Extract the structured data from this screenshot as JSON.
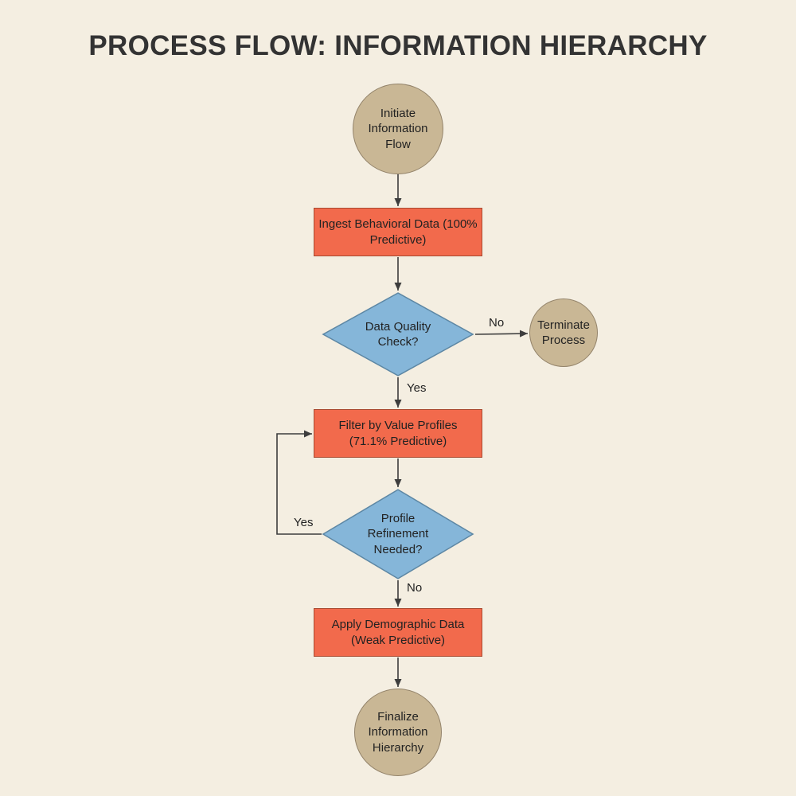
{
  "title": "PROCESS FLOW: INFORMATION HIERARCHY",
  "nodes": {
    "start": {
      "text": "Initiate Information Flow",
      "shape": "circle"
    },
    "ingest": {
      "text": "Ingest Behavioral Data (100% Predictive)",
      "shape": "rect"
    },
    "quality": {
      "text": "Data Quality Check?",
      "shape": "diamond"
    },
    "terminate": {
      "text": "Terminate Process",
      "shape": "circle"
    },
    "filter": {
      "text": "Filter by Value Profiles (71.1% Predictive)",
      "shape": "rect"
    },
    "refinement": {
      "text": "Profile Refinement Needed?",
      "shape": "diamond"
    },
    "demographic": {
      "text": "Apply Demographic Data (Weak Predictive)",
      "shape": "rect"
    },
    "finalize": {
      "text": "Finalize Information Hierarchy",
      "shape": "circle"
    }
  },
  "edges": [
    {
      "from": "start",
      "to": "ingest",
      "label": ""
    },
    {
      "from": "ingest",
      "to": "quality",
      "label": ""
    },
    {
      "from": "quality",
      "to": "terminate",
      "label": "No"
    },
    {
      "from": "quality",
      "to": "filter",
      "label": "Yes"
    },
    {
      "from": "filter",
      "to": "refinement",
      "label": ""
    },
    {
      "from": "refinement",
      "to": "filter",
      "label": "Yes"
    },
    {
      "from": "refinement",
      "to": "demographic",
      "label": "No"
    },
    {
      "from": "demographic",
      "to": "finalize",
      "label": ""
    }
  ],
  "colors": {
    "background": "#f4eee1",
    "process_fill": "#f26a4c",
    "process_border": "#a8492f",
    "decision_fill": "#85b6d9",
    "decision_border": "#5d87a4",
    "terminal_fill": "#c9b795",
    "terminal_border": "#93836a",
    "arrow": "#3d3d3d",
    "title_text": "#333333"
  }
}
